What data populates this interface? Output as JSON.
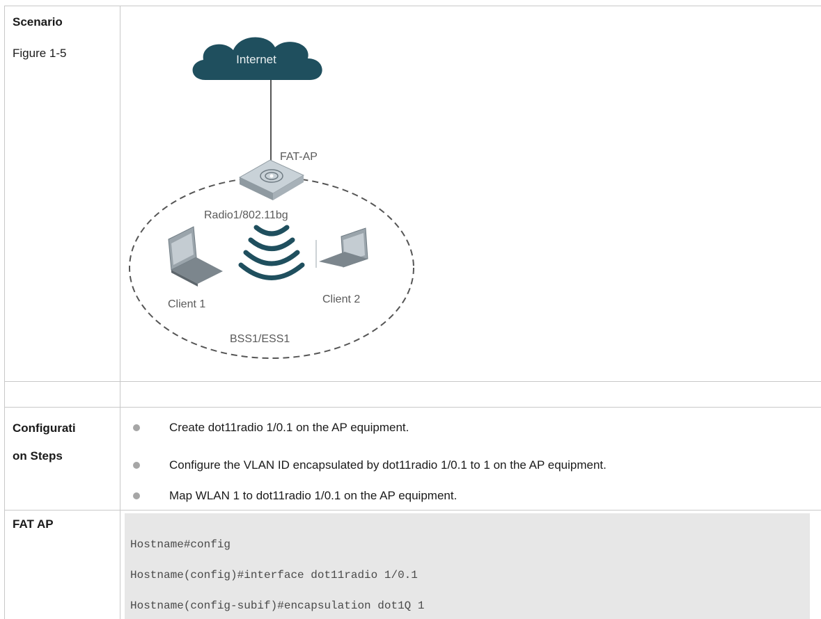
{
  "scenario": {
    "heading": "Scenario",
    "figure_caption": "Figure 1-5"
  },
  "diagram": {
    "internet_label": "Internet",
    "ap_label": "FAT-AP",
    "radio_label": "Radio1/802.11bg",
    "client1_label": "Client 1",
    "client2_label": "Client 2",
    "bss_label": "BSS1/ESS1",
    "colors": {
      "cloud": "#1f4f5e",
      "waves": "#1f4f5e",
      "ap_body": "#b8c4cc",
      "laptop": "#8a949b"
    }
  },
  "configuration": {
    "heading_line1": "Configurati",
    "heading_line2": "on Steps",
    "steps": [
      "Create dot11radio 1/0.1 on the AP equipment.",
      "Configure the VLAN ID encapsulated by dot11radio 1/0.1 to 1 on the AP equipment.",
      "Map WLAN 1 to dot11radio 1/0.1 on the AP equipment."
    ]
  },
  "fat_ap": {
    "heading": "FAT AP",
    "code_lines": [
      "Hostname#config",
      "Hostname(config)#interface dot11radio 1/0.1",
      "Hostname(config-subif)#encapsulation dot1Q 1"
    ]
  }
}
